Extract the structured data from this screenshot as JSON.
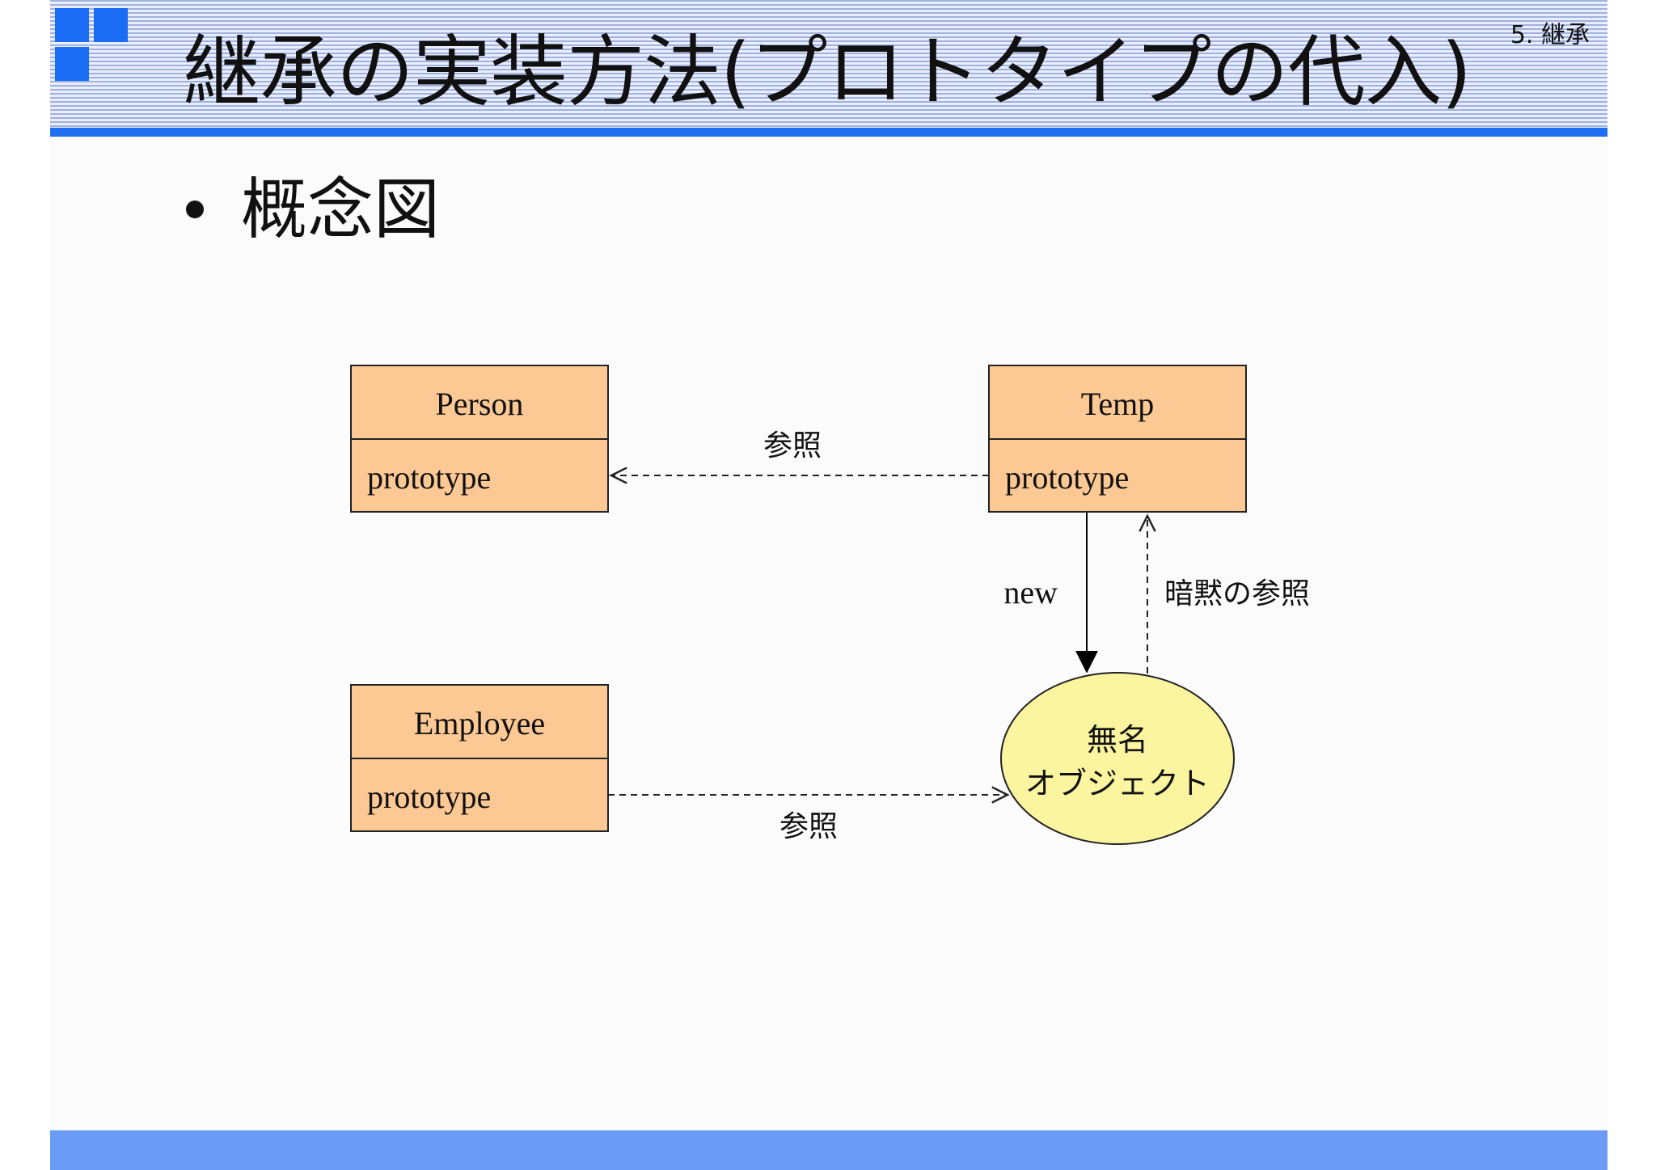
{
  "slide": {
    "title": "継承の実装方法(プロトタイプの代入)",
    "section": "5. 継承",
    "bullet": "概念図"
  },
  "diagram": {
    "nodes": {
      "person": {
        "name": "Person",
        "field": "prototype"
      },
      "temp": {
        "name": "Temp",
        "field": "prototype"
      },
      "employee": {
        "name": "Employee",
        "field": "prototype"
      },
      "anonymous": {
        "line1": "無名",
        "line2": "オブジェクト"
      }
    },
    "edges": {
      "temp_to_person": "参照",
      "temp_to_anonymous": "new",
      "anonymous_to_temp": "暗黙の参照",
      "employee_to_anonymous": "参照"
    }
  },
  "colors": {
    "class_box_fill": "#fcc995",
    "object_fill": "#fbf5a0",
    "header_rule": "#1f6ff0",
    "footer_band": "#6a9cf5",
    "logo": "#1a6cf5"
  }
}
